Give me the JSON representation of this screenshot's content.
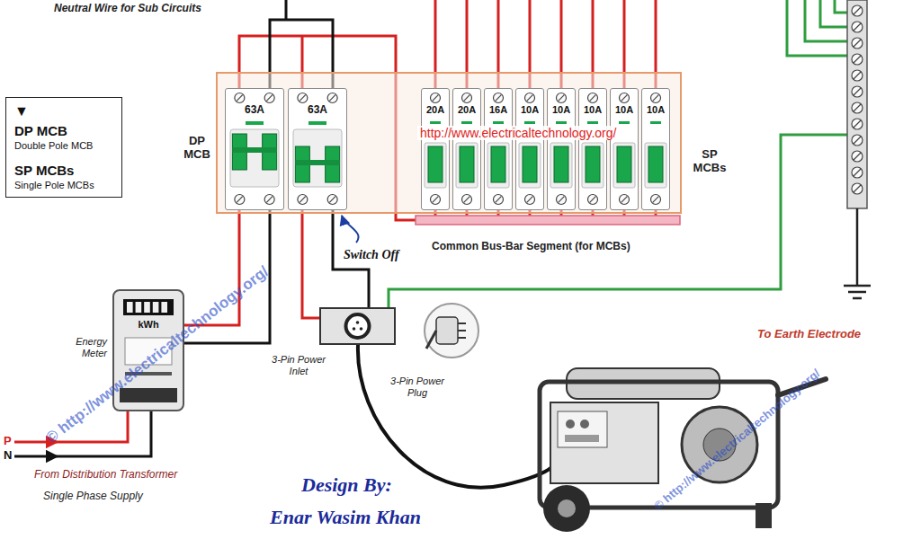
{
  "diagram": {
    "nodes": [
      {
        "text": [
          "▼",
          "DP MCB",
          "Double Pole MCB",
          "SP MCBs",
          "Single Pole MCBs"
        ]
      },
      {
        "text": [
          "http://www.electricaltechnology.org/"
        ]
      },
      {
        "text": [
          "63A"
        ],
        "in": 1
      },
      {
        "text": [
          "63A"
        ],
        "in": 1
      },
      {
        "text": [
          "20A"
        ],
        "in": 1
      },
      {
        "text": [
          "20A"
        ],
        "in": 1
      },
      {
        "text": [
          "16A"
        ],
        "in": 1
      },
      {
        "text": [
          "10A"
        ],
        "in": 1
      },
      {
        "text": [
          "10A"
        ],
        "in": 1
      },
      {
        "text": [
          "10A"
        ],
        "in": 1
      },
      {
        "text": [
          "10A"
        ],
        "in": 1
      },
      {
        "text": [
          "10A"
        ],
        "in": 1
      },
      {
        "text": [
          "Energy Meter",
          "kWh"
        ]
      },
      {
        "text": [
          "3-Pin Power Inlet"
        ]
      }
    ],
    "edges": [
      {
        "from": 12,
        "to": 2,
        "arrow": "none"
      },
      {
        "from": 12,
        "to": 2,
        "arrow": "none"
      },
      {
        "from": 13,
        "to": 3,
        "arrow": "none"
      },
      {
        "from": 13,
        "to": 3,
        "arrow": "none"
      }
    ],
    "labels": [
      "Neutral Wire for Sub Circuits",
      "DP MCB",
      "SP MCBs",
      "Switch Off",
      "Common Bus-Bar Segment (for MCBs)",
      "P",
      "N",
      "From Distribution Transformer",
      "Single Phase Supply",
      "3-Pin Power Plug",
      "To Earth Electrode",
      "Design By:",
      "Enar Wasim Khan",
      "© http://www.electricaltechnology.org/",
      "© http://www.electricaltechnology.org/"
    ]
  }
}
